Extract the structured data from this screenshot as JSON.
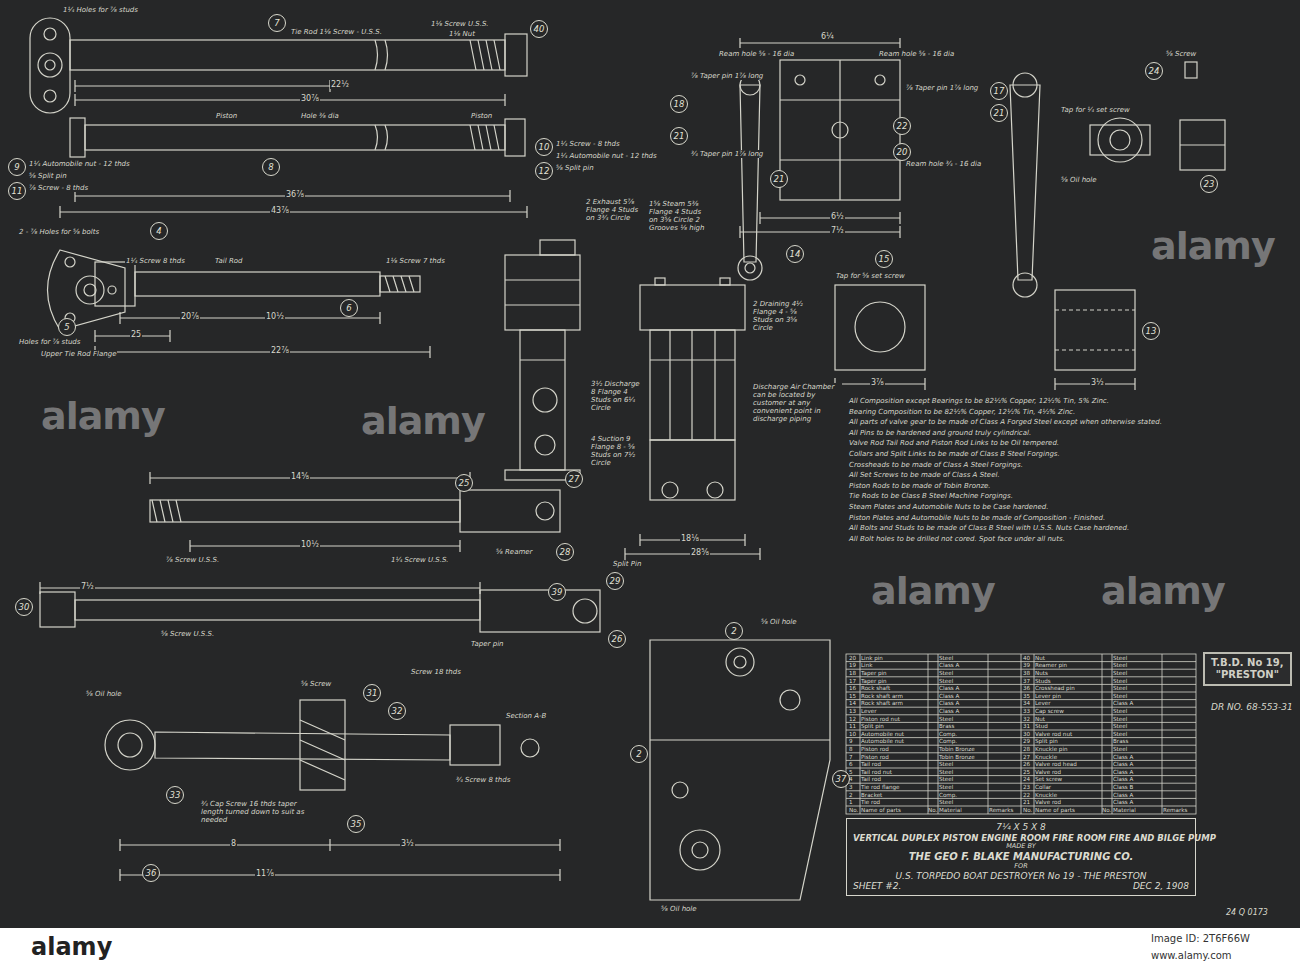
{
  "diagram": {
    "nodes": [
      {
        "text": [
          "40"
        ]
      },
      {
        "text": [
          "7"
        ]
      },
      {
        "text": [
          "8"
        ]
      },
      {
        "text": [
          "9"
        ]
      },
      {
        "text": [
          "10"
        ]
      },
      {
        "text": [
          "11"
        ]
      },
      {
        "text": [
          "12"
        ]
      },
      {
        "text": [
          "4"
        ]
      },
      {
        "text": [
          "5"
        ]
      },
      {
        "text": [
          "6"
        ]
      },
      {
        "text": [
          "18"
        ]
      },
      {
        "text": [
          "21"
        ]
      },
      {
        "text": [
          "21"
        ]
      },
      {
        "text": [
          "22"
        ]
      },
      {
        "text": [
          "20"
        ]
      },
      {
        "text": [
          "17"
        ]
      },
      {
        "text": [
          "21"
        ]
      },
      {
        "text": [
          "24"
        ]
      },
      {
        "text": [
          "23"
        ]
      },
      {
        "text": [
          "14"
        ]
      },
      {
        "text": [
          "15"
        ]
      },
      {
        "text": [
          "13"
        ]
      },
      {
        "text": [
          "27"
        ]
      },
      {
        "text": [
          "25"
        ]
      },
      {
        "text": [
          "28"
        ]
      },
      {
        "text": [
          "39"
        ]
      },
      {
        "text": [
          "29"
        ]
      },
      {
        "text": [
          "26"
        ]
      },
      {
        "text": [
          "30"
        ]
      },
      {
        "text": [
          "31"
        ]
      },
      {
        "text": [
          "32"
        ]
      },
      {
        "text": [
          "33"
        ]
      },
      {
        "text": [
          "35"
        ]
      },
      {
        "text": [
          "36"
        ]
      },
      {
        "text": [
          "2"
        ]
      },
      {
        "text": [
          "2"
        ]
      },
      {
        "text": [
          "37"
        ]
      },
      {
        "text": [
          "T.B.D. No 19,",
          "\"PRESTON\""
        ]
      },
      {
        "text": [
          "7¼ X 5 X 8",
          "VERTICAL DUPLEX PISTON ENGINE ROOM FIRE ROOM FIRE AND BILGE PUMP",
          "MADE BY",
          "THE GEO F. BLAKE MANUFACTURING CO.",
          "FOR",
          "U.S. TORPEDO BOAT DESTROYER No 19 - THE PRESTON",
          "SHEET #2.",
          "DEC 2, 1908"
        ]
      }
    ],
    "labels": [
      "1¼ Holes for ⅞ studs",
      "Tie Rod 1⅛ Screw - U.S.S.",
      "1⅛ Screw U.S.S.",
      "1⅛ Nut",
      "22½",
      "30⅞",
      "Piston",
      "Piston",
      "Hole ⅜ dia",
      "1¼ Automobile nut - 12 thds",
      "⅝ Split pin",
      "⅞ Screw - 8 thds",
      "1¼ Screw - 8 thds",
      "1¼ Automobile nut - 12 thds",
      "⅝ Split pin",
      "36⅞",
      "43⅞",
      "2 - ⅞ Holes for ⅝ bolts",
      "Holes for ⅞ studs",
      "Upper Tie Rod Flange",
      "Tail Rod",
      "1¼ Screw 8 thds",
      "1⅛ Screw 7 thds",
      "20⅞",
      "25",
      "10½",
      "22⅞",
      "2 Exhaust 5⅞ Flange 4 Studs on 3¾ Circle",
      "1⅝ Steam 5⅜ Flange 4 Studs on 3⅝ Circle 2 Grooves ⅛ high",
      "3½ Discharge 8 Flange 4 Studs on 6¼ Circle",
      "4 Suction 9 Flange 8 - ⅝ Studs on 7½ Circle",
      "2 Draining 4½ Flange 4 - ⅝ Studs on 3⅝ Circle",
      "Discharge Air Chamber can be located by customer at any convenient point in discharge piping",
      "18⅛",
      "28⅝",
      "14⅝",
      "10½",
      "⅞ Screw U.S.S.",
      "1¼ Screw U.S.S.",
      "⅝ Reamer",
      "Split Pin",
      "7½",
      "⅝ Screw U.S.S.",
      "Taper pin",
      "Screw 18 thds",
      "⅝ Oil hole",
      "⅝ Screw",
      "Section A-B",
      "¾ Screw 8 thds",
      "¾ Cap Screw 16 thds taper length turned down to suit as needed",
      "8",
      "3½",
      "11⅞",
      "⅝ Oil hole",
      "⅝ Oil hole",
      "Ream hole ⅝ - 16 dia",
      "Ream hole ⅝ - 16 dia",
      "Ream hole ¾ - 16 dia",
      "6¼",
      "6½",
      "7½",
      "⅞ Taper pin 1⅞ long",
      "⅞ Taper pin 1⅞ long",
      "¾ Taper pin 1⅞ long",
      "⅝ Screw",
      "Tap for ¼ set screw",
      "⅝ Oil hole",
      "Tap for ⅝ set screw",
      "3⅞",
      "3½",
      "All Composition except Bearings to be 82½% Copper, 12½% Tin, 5% Zinc.",
      "Bearing Composition to be 82½% Copper, 12½% Tin, 4½% Zinc.",
      "All parts of valve gear to be made of Class A Forged Steel except when otherwise stated.",
      "All Pins to be hardened and ground truly cylindrical.",
      "Valve Rod Tail Rod and Piston Rod Links to be Oil tempered.",
      "Collars and Split Links to be made of Class B Steel Forgings.",
      "Crossheads to be made of Class A Steel Forgings.",
      "All Set Screws to be made of Class A Steel.",
      "Piston Rods to be made of Tobin Bronze.",
      "Tie Rods to be Class B Steel Machine Forgings.",
      "Steam Plates and Automobile Nuts to be Case hardened.",
      "Piston Plates and Automobile Nuts to be made of Composition - Finished.",
      "All Bolts and Studs to be made of Class B Steel with U.S.S. Nuts Case hardened.",
      "All Bolt holes to be drilled not cored. Spot face under all nuts.",
      "DR NO. 68-553-31",
      "24 Q 0173",
      "alamy",
      "alamy",
      "alamy",
      "alamy",
      "alamy",
      "alamy",
      "Image ID: 2T6F66W",
      "www.alamy.com",
      "20",
      "Link pin",
      "Steel",
      "19",
      "Link",
      "Class A",
      "18",
      "Taper pin",
      "Steel",
      "17",
      "Taper pin",
      "Steel",
      "16",
      "Rock shaft",
      "Class A",
      "15",
      "Rock shaft arm",
      "Class A",
      "14",
      "Rock shaft arm",
      "Class A",
      "13",
      "Lever",
      "Class A",
      "12",
      "Piston rod nut",
      "Steel",
      "11",
      "Split pin",
      "Brass",
      "10",
      "Automobile nut",
      "Comp.",
      "9",
      "Automobile nut",
      "Comp.",
      "8",
      "Piston rod",
      "Tobin Bronze",
      "7",
      "Piston rod",
      "Tobin Bronze",
      "6",
      "Tail rod",
      "Steel",
      "5",
      "Tail rod nut",
      "Steel",
      "4",
      "Tail rod",
      "Steel",
      "3",
      "Tie rod flange",
      "Steel",
      "2",
      "Bracket",
      "Comp.",
      "1",
      "Tie rod",
      "Steel",
      "40",
      "Nut",
      "Steel",
      "39",
      "Reamer pin",
      "Steel",
      "38",
      "Nuts",
      "Steel",
      "37",
      "Studs",
      "Steel",
      "36",
      "Crosshead pin",
      "Steel",
      "35",
      "Lever pin",
      "Steel",
      "34",
      "Lever",
      "Class A",
      "33",
      "Cap screw",
      "Steel",
      "32",
      "Nut",
      "Steel",
      "31",
      "Stud",
      "Steel",
      "30",
      "Valve rod nut",
      "Steel",
      "29",
      "Split pin",
      "Brass",
      "28",
      "Knuckle pin",
      "Steel",
      "27",
      "Knuckle",
      "Class A",
      "26",
      "Valve rod head",
      "Class A",
      "25",
      "Valve rod",
      "Class A",
      "24",
      "Set screw",
      "Class A",
      "23",
      "Collar",
      "Class B",
      "22",
      "Knuckle",
      "Class A",
      "21",
      "Valve rod",
      "Class A",
      "No.",
      "Name of parts",
      "No.",
      "Material",
      "Remarks",
      "No.",
      "Name of parts",
      "No.",
      "Material",
      "Remarks"
    ]
  }
}
